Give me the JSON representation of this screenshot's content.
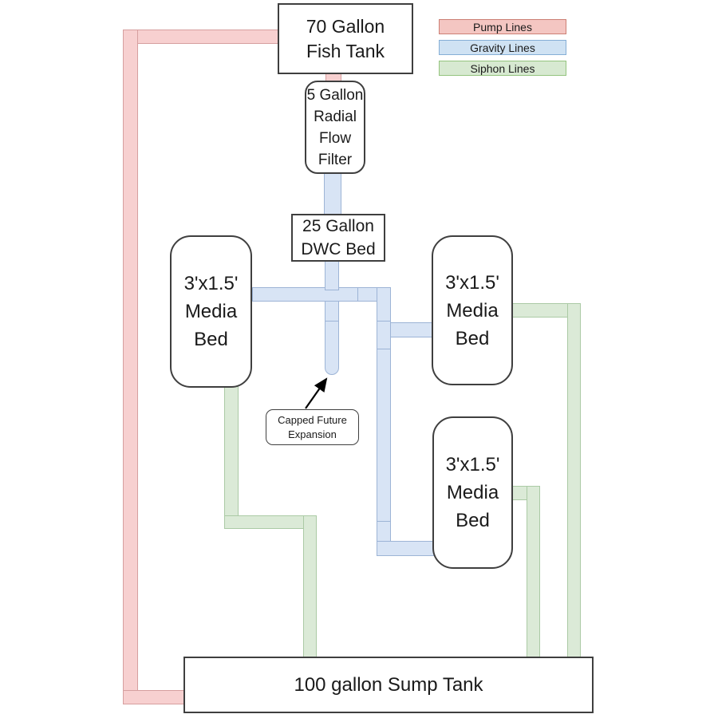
{
  "legend": {
    "items": [
      {
        "id": "pump",
        "label": "Pump Lines",
        "fill": "#f4c6c2",
        "border": "#cc7f74"
      },
      {
        "id": "gravity",
        "label": "Gravity Lines",
        "fill": "#cfe2f3",
        "border": "#85aed6"
      },
      {
        "id": "siphon",
        "label": "Siphon Lines",
        "fill": "#d7e9d1",
        "border": "#94c47e"
      }
    ]
  },
  "line_colors": {
    "pump": {
      "fill": "#f7d0d0",
      "border": "#d69f9f"
    },
    "gravity": {
      "fill": "#d8e4f5",
      "border": "#9db4d6"
    },
    "siphon": {
      "fill": "#dbead7",
      "border": "#abcaa5"
    }
  },
  "nodes": {
    "fish_tank": {
      "label": "70 Gallon\nFish Tank"
    },
    "radial_filter": {
      "label": "5 Gallon\nRadial\nFlow\nFilter"
    },
    "dwc_bed": {
      "label": "25 Gallon\nDWC Bed"
    },
    "media_bed_left": {
      "label": "3'x1.5'\nMedia\nBed"
    },
    "media_bed_right": {
      "label": "3'x1.5'\nMedia\nBed"
    },
    "media_bed_bottom": {
      "label": "3'x1.5'\nMedia\nBed"
    },
    "sump_tank": {
      "label": "100 gallon Sump Tank"
    },
    "annotation": {
      "label": "Capped Future\nExpansion"
    }
  }
}
